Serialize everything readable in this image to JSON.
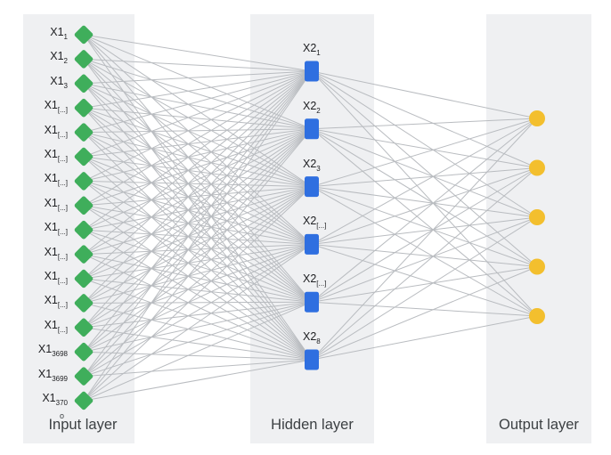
{
  "diagram": {
    "type": "neural-network",
    "layers": [
      {
        "id": "input",
        "title": "Input layer",
        "node_shape": "diamond",
        "node_color": "#3fae5b",
        "nodes": [
          {
            "base": "X1",
            "sub": "1"
          },
          {
            "base": "X1",
            "sub": "2"
          },
          {
            "base": "X1",
            "sub": "3"
          },
          {
            "base": "X1",
            "sub": "[...]"
          },
          {
            "base": "X1",
            "sub": "[...]"
          },
          {
            "base": "X1",
            "sub": "[...]"
          },
          {
            "base": "X1",
            "sub": "[...]"
          },
          {
            "base": "X1",
            "sub": "[...]"
          },
          {
            "base": "X1",
            "sub": "[...]"
          },
          {
            "base": "X1",
            "sub": "[...]"
          },
          {
            "base": "X1",
            "sub": "[...]"
          },
          {
            "base": "X1",
            "sub": "[...]"
          },
          {
            "base": "X1",
            "sub": "[...]"
          },
          {
            "base": "X1",
            "sub": "3698"
          },
          {
            "base": "X1",
            "sub": "3699"
          },
          {
            "base": "X1",
            "sub": "370"
          }
        ],
        "stray_glyph": "o"
      },
      {
        "id": "hidden",
        "title": "Hidden layer",
        "node_shape": "rounded-rect",
        "node_color": "#2f6fe0",
        "nodes": [
          {
            "base": "X2",
            "sub": "1"
          },
          {
            "base": "X2",
            "sub": "2"
          },
          {
            "base": "X2",
            "sub": "3"
          },
          {
            "base": "X2",
            "sub": "[...]"
          },
          {
            "base": "X2",
            "sub": "[...]"
          },
          {
            "base": "X2",
            "sub": "8"
          }
        ]
      },
      {
        "id": "output",
        "title": "Output layer",
        "node_shape": "circle",
        "node_color": "#f3bf2e",
        "nodes": [
          {},
          {},
          {},
          {},
          {}
        ]
      }
    ],
    "connections": "fully-connected",
    "edge_color": "#b9bcc0",
    "panel_color": "#eff0f2"
  }
}
